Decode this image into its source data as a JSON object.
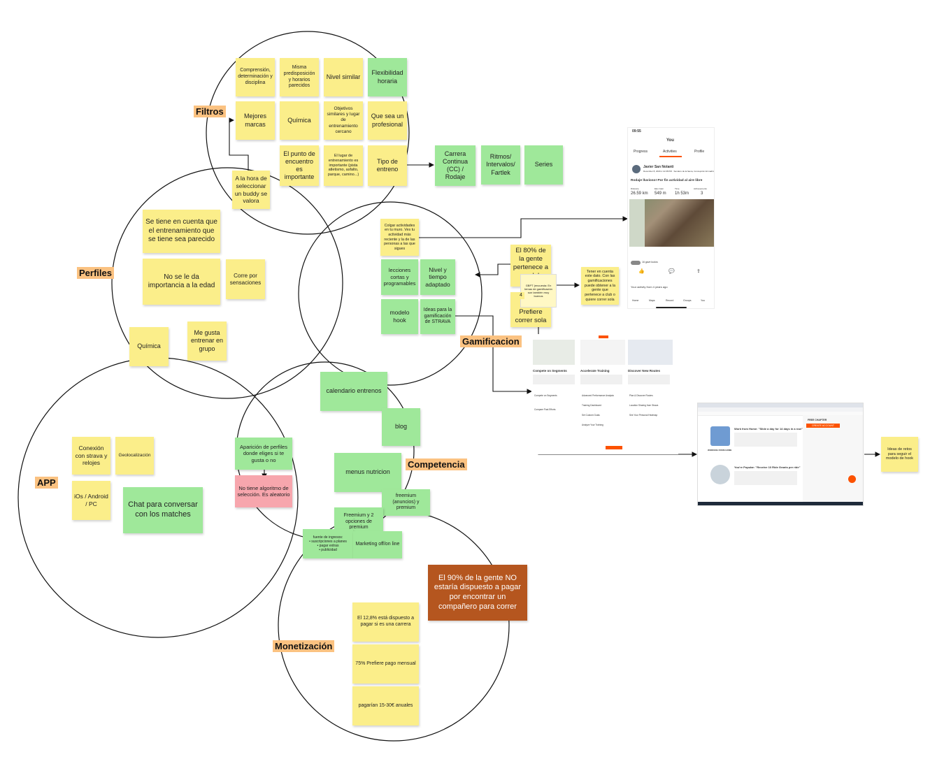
{
  "labels": {
    "filtros": "Filtros",
    "perfiles": "Perfiles",
    "gamificacion": "Gamificacion",
    "app": "APP",
    "competencia": "Competencia",
    "monetizacion": "Monetización"
  },
  "filtros": {
    "comprension": "Comprensión, determinación y disciplina",
    "misma": "Misma predisposición y horarios parecidos",
    "nivel": "Nivel similar",
    "flexibilidad": "Flexibilidad horaria",
    "marcas": "Mejores marcas",
    "quimica": "Química",
    "objetivos": "Objetivos similares y lugar de entrenamiento cercano",
    "profesional": "Que sea un profesional",
    "punto": "El punto de encuentro es importante",
    "lugar": "El lugar de entrenamiento es importante (pista atletismo, asfalto, parque, camino...)",
    "tipo": "Tipo de entreno",
    "carrera": "Carrera Continua (CC) / Rodaje",
    "ritmos": "Ritmos/ Intervalos/ Fartlek",
    "series": "Series",
    "hora": "A la hora de seleccionar un buddy se valora"
  },
  "perfiles": {
    "cuenta": "Se tiene en cuenta que el entrenamiento que se tiene sea parecido",
    "edad": "No se le da importancia a la edad",
    "sensaciones": "Corre por sensaciones",
    "quimica": "Química",
    "grupo": "Me gusta entrenar en grupo"
  },
  "gamificacion": {
    "colgar": "Colgar actividades en tu muro. Ves tu actividad más reciente y la de las personas a las que sigues",
    "lecciones": "lecciones cortas y programables",
    "nivel": "Nivel y tiempo adaptado",
    "modelo": "modelo hook",
    "ideas": "Ideas para la gamificación de STRAVA",
    "ochenta": "El 80% de la gente pertenece a un club",
    "prefiere": "Prefiere correr sola",
    "gpt": "GBPT (encuesta: En temas de gamificación son también muy buenos",
    "cuarenta": "4",
    "tener": "Tener en cuenta este dato. Con las gamificaciones puede obtener a la gente que pertenece a club o quiere correr sola",
    "retos": "Ideas de retos para seguir el modelo de hook"
  },
  "app": {
    "conexion": "Conexión con strava y relojes",
    "geo": "Geolocalización",
    "ios": "iOs / Android / PC",
    "chat": "Chat para conversar con los matches"
  },
  "competencia": {
    "aparicion": "Aparición de perfiles donde eliges si te gusta o no",
    "algoritmo": "No tiene algoritmo de selección. Es aleatorio",
    "calendario": "calendario entrenos",
    "blog": "blog",
    "menus": "menus nutricion",
    "freemium": "freemium (anuncios) y premium",
    "freemium2": "Freemium y 2 opciones de premium",
    "fuente": "fuente de ingresos:\n• suscripciones a planes\n• pagar extras\n• publicidad",
    "marketing": "Marketing off/on line"
  },
  "monetizacion": {
    "noventa": "El 90% de la gente NO estaría dispuesto a pagar por encontrar un compañero para correr",
    "doce": "El 12,8% está dispuesto a pagar si es una carrera",
    "setenta": "75% Prefiere pago mensual",
    "pagarian": "pagarían 15-30€ anuales"
  },
  "strava_phone": {
    "time": "09:55",
    "title": "You",
    "tabs": [
      "Progress",
      "Activities",
      "Profile"
    ],
    "athlete": "Javier San Nolanti",
    "date": "December 8, 2020 ó 12:08 PM · Sendero de la fauna, Concepción El madrid",
    "activity": "Rodaje lluvioso! Por fin actividad al aire libre",
    "stats_labels": [
      "Distance",
      "Elev Gain",
      "Time",
      "Achievements"
    ],
    "stats_values": [
      "26.59 km",
      "549 m",
      "1h 53m",
      "3"
    ],
    "kudos": "16 gave kudos",
    "footer": "Your activity from 4 years ago",
    "nav": [
      "Home",
      "Maps",
      "Record",
      "Groups",
      "You"
    ]
  },
  "strava_features": {
    "col_titles": [
      "Compete on Segments",
      "Accelerate Training",
      "Discover New Routes"
    ],
    "list": [
      "Compete on Segments",
      "Compare Past Efforts",
      "Advanced Performance Analysis",
      "Training Dashboard",
      "Set Custom Goals",
      "Analyze Your Training",
      "Plan & Discover Routes",
      "Location Sharing from Strava",
      "See Your Personal Heatmap"
    ]
  },
  "browser_shot": {
    "title1": "Work from Home: \"Slide a day for 14 days in a row\"",
    "title2": "You're Popular: \"Receive 10 Ride Grants per ride\"",
    "promo": "FREE CHAPTER",
    "cta": "CREATE ACCOUNT",
    "badge": "WORKING FROM HOME"
  }
}
